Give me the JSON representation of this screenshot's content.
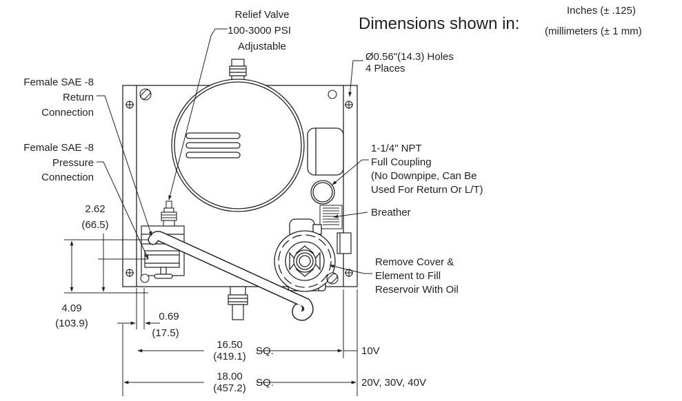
{
  "header": {
    "prefix": "Dimensions shown in:",
    "unit_primary": "Inches (± .125)",
    "unit_secondary": "(millimeters (± 1 mm)"
  },
  "callouts": {
    "relief_valve": [
      "Relief Valve",
      "100-3000 PSI",
      "Adjustable"
    ],
    "holes": [
      "Ø0.56\"(14.3) Holes",
      "4 Places"
    ],
    "return_conn": [
      "Female SAE -8",
      "Return",
      "Connection"
    ],
    "pressure_conn": [
      "Female SAE -8",
      "Pressure",
      "Connection"
    ],
    "coupling": [
      "1-1/4\" NPT",
      "Full Coupling",
      "(No Downpipe, Can Be",
      "Used For Return Or L/T)"
    ],
    "breather": [
      "Breather"
    ],
    "fill": [
      "Remove Cover &",
      "Element to Fill",
      "Reservoir With Oil"
    ]
  },
  "dimensions": {
    "d262": [
      "2.62",
      "(66.5)"
    ],
    "d409": [
      "4.09",
      "(103.9)"
    ],
    "d069": [
      "0.69",
      "(17.5)"
    ],
    "d1650": [
      "16.50",
      "(419.1)",
      "SQ."
    ],
    "d1800": [
      "18.00",
      "(457.2)",
      "SQ."
    ],
    "model_10v": "10V",
    "model_20v": "20V, 30V, 40V"
  },
  "colors": {
    "ink": "#231f20",
    "background": "#ffffff"
  }
}
